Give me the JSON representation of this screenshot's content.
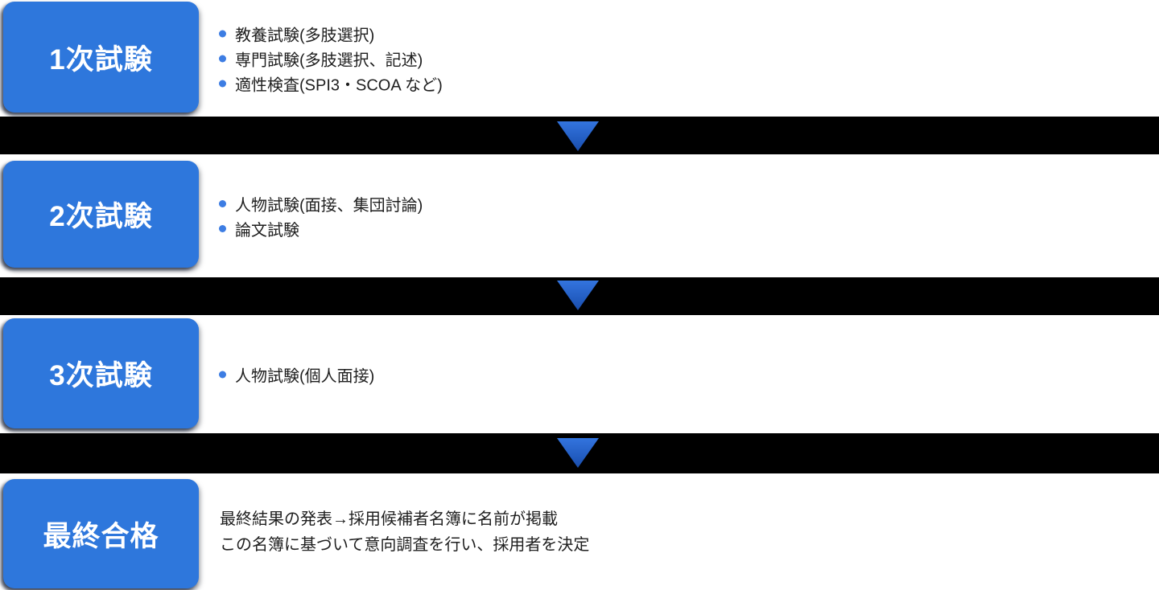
{
  "diagram": {
    "type": "process-flow",
    "colors": {
      "stage_box_blue": "#2E77DC",
      "arrow_blue": "#2B63CF",
      "bullet_blue": "#3D7DE3",
      "separator_band": "#000000",
      "row_background": "#ffffff",
      "detail_text": "#1E1E1E",
      "stage_label_text": "#ffffff"
    },
    "stages": [
      {
        "label": "1次試験",
        "items": [
          "教養試験(多肢選択)",
          "専門試験(多肢選択、記述)",
          "適性検査(SPI3・SCOA など)"
        ]
      },
      {
        "label": "2次試験",
        "items": [
          "人物試験(面接、集団討論)",
          "論文試験"
        ]
      },
      {
        "label": "3次試験",
        "items": [
          "人物試験(個人面接)"
        ]
      },
      {
        "label": "最終合格",
        "lines": [
          "最終結果の発表→採用候補者名簿に名前が掲載",
          "この名簿に基づいて意向調査を行い、採用者を決定"
        ]
      }
    ],
    "separators": [
      {
        "icon": "down-arrow"
      },
      {
        "icon": "down-arrow"
      },
      {
        "icon": "down-arrow"
      }
    ]
  }
}
